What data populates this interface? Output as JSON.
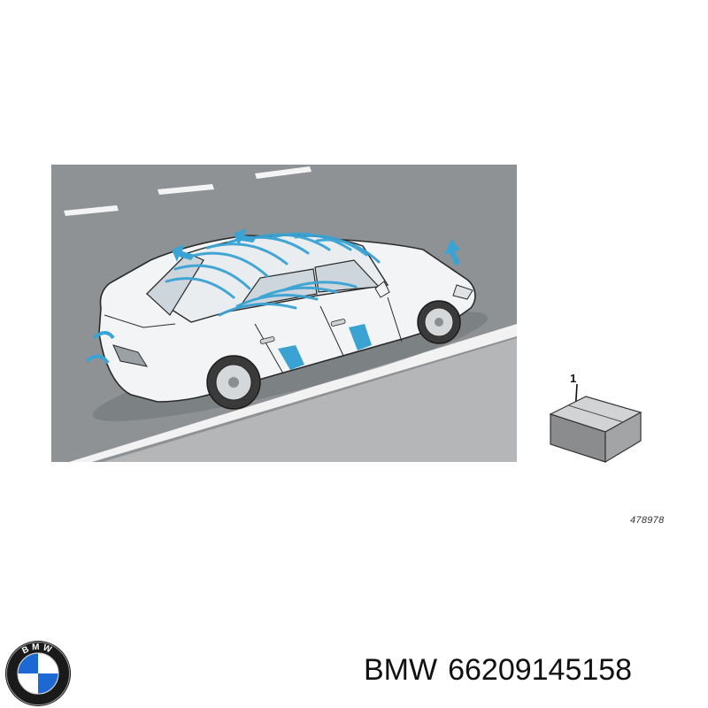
{
  "diagram": {
    "part_label": "1",
    "diagram_id": "478978"
  },
  "caption": {
    "brand": "BMW",
    "part_number": "66209145158"
  },
  "logo": {
    "text": "BMW",
    "icon": "bmw-roundel-icon"
  },
  "colors": {
    "road": "#8e9295",
    "sidewalk": "#b4b6b8",
    "car_body": "#f3f4f5",
    "sensor_waves": "#3aa3d4",
    "bmw_blue": "#1c69d4"
  }
}
